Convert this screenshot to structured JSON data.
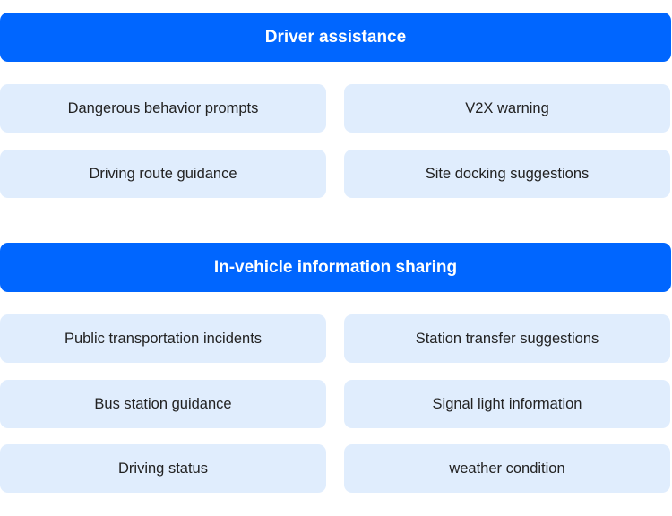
{
  "sections": [
    {
      "title": "Driver assistance",
      "items": [
        "Dangerous behavior prompts",
        "V2X warning",
        "Driving route guidance",
        "Site docking suggestions"
      ]
    },
    {
      "title": "In-vehicle information sharing",
      "items": [
        "Public transportation incidents",
        "Station transfer suggestions",
        "Bus station guidance",
        "Signal light information",
        "Driving status",
        "weather condition"
      ]
    }
  ],
  "colors": {
    "header": "#0066ff",
    "card": "#e0edfd"
  }
}
